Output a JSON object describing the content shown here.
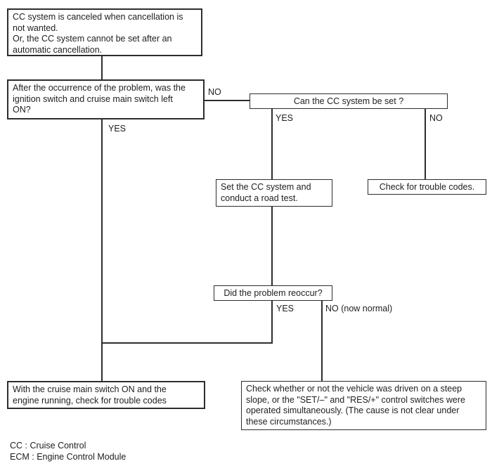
{
  "colors": {
    "background": "#ffffff",
    "line": "#2d2d2d",
    "text": "#1e1e1e"
  },
  "flowchart": {
    "symptom": "CC system is canceled when cancellation is\nnot wanted.\nOr, the CC system cannot be set after an\nautomatic cancellation.",
    "q_ignition": "After the occurrence of the problem, was the\nignition switch and cruise main switch left\nON?",
    "q_can_set": "Can the CC system be set ?",
    "set_road_test": "Set the CC system and\nconduct a road test.",
    "check_codes": "Check for trouble codes.",
    "q_reoccur": "Did the problem reoccur?",
    "check_codes_running": "With the cruise main switch ON and the\nengine running, check for trouble codes",
    "check_steep_slope": "Check whether or not the vehicle was driven on a steep\nslope, or the \"SET/–\" and \"RES/+\" control switches were\noperated simultaneously. (The cause is not clear under\nthese circumstances.)",
    "labels": {
      "q_ignition_no": "NO",
      "q_ignition_yes": "YES",
      "q_can_set_yes": "YES",
      "q_can_set_no": "NO",
      "q_reoccur_yes": "YES",
      "q_reoccur_no": "NO (now normal)"
    },
    "legend": {
      "cc": "CC : Cruise Control",
      "ecm": "ECM : Engine Control Module"
    }
  }
}
